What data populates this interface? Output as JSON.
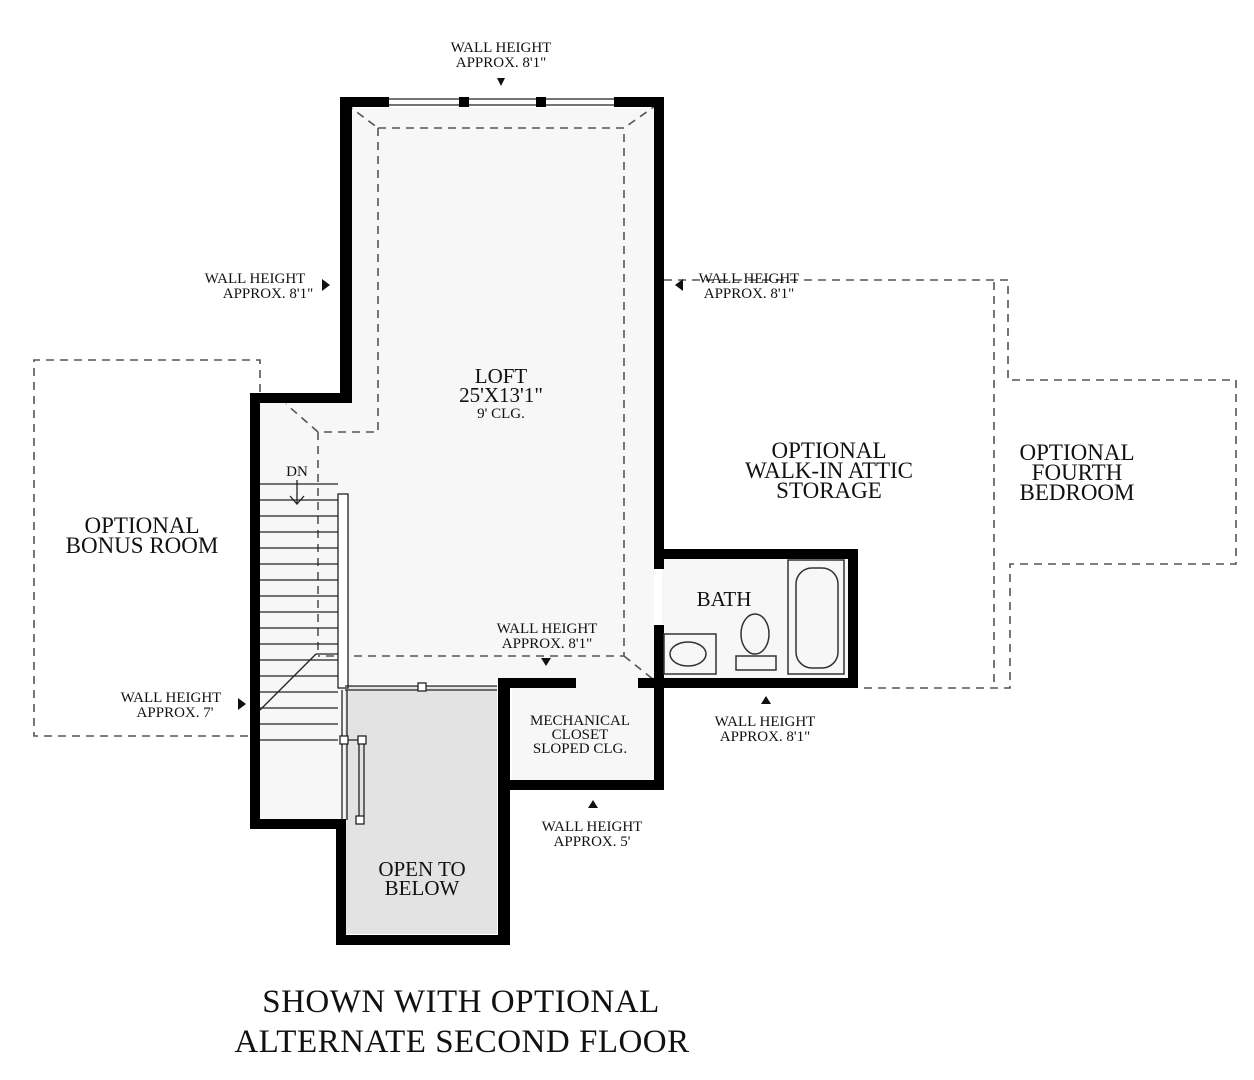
{
  "title": {
    "line1": "SHOWN WITH OPTIONAL",
    "line2": "ALTERNATE SECOND FLOOR"
  },
  "rooms": {
    "loft": {
      "name": "LOFT",
      "size": "25'X13'1\"",
      "ceiling": "9' CLG."
    },
    "bath": {
      "name": "BATH"
    },
    "attic": {
      "line1": "OPTIONAL",
      "line2": "WALK-IN ATTIC",
      "line3": "STORAGE"
    },
    "fourth_bedroom": {
      "line1": "OPTIONAL",
      "line2": "FOURTH",
      "line3": "BEDROOM"
    },
    "bonus_room": {
      "line1": "OPTIONAL",
      "line2": "BONUS ROOM"
    },
    "mechanical": {
      "line1": "MECHANICAL",
      "line2": "CLOSET",
      "line3": "SLOPED CLG."
    },
    "open_below": {
      "line1": "OPEN TO",
      "line2": "BELOW"
    }
  },
  "stairs": {
    "label": "DN"
  },
  "wall_heights": {
    "top": {
      "line1": "WALL HEIGHT",
      "line2": "APPROX. 8'1\""
    },
    "left_upper": {
      "line1": "WALL HEIGHT",
      "line2": "APPROX. 8'1\""
    },
    "right_upper": {
      "line1": "WALL HEIGHT",
      "line2": "APPROX. 8'1\""
    },
    "loft_bottom": {
      "line1": "WALL HEIGHT",
      "line2": "APPROX. 8'1\""
    },
    "left_lower": {
      "line1": "WALL HEIGHT",
      "line2": "APPROX. 7'"
    },
    "bath_bottom": {
      "line1": "WALL HEIGHT",
      "line2": "APPROX. 8'1\""
    },
    "closet_bottom": {
      "line1": "WALL HEIGHT",
      "line2": "APPROX. 5'"
    }
  },
  "colors": {
    "wall": "#000000",
    "open_below_fill": "#e3e3e3",
    "loft_fill": "#f7f7f7"
  }
}
